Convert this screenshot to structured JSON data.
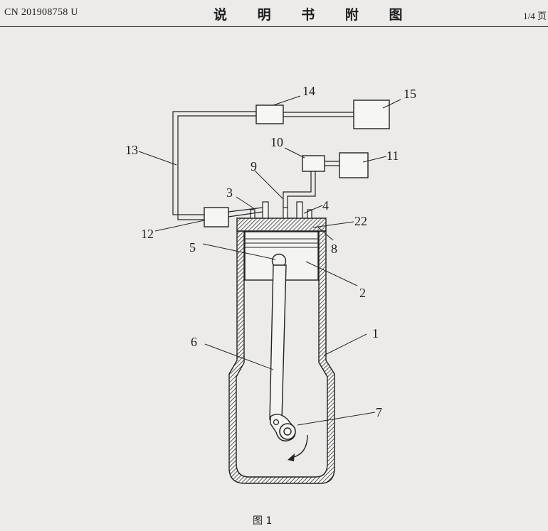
{
  "header": {
    "publication_number": "CN 201908758 U",
    "title": "说 明 书 附 图",
    "page": "1/4 页"
  },
  "figure": {
    "caption": "图 1",
    "labels": {
      "l1": "1",
      "l2": "2",
      "l3": "3",
      "l4": "4",
      "l5": "5",
      "l6": "6",
      "l7": "7",
      "l8": "8",
      "l9": "9",
      "l10": "10",
      "l11": "11",
      "l12": "12",
      "l13": "13",
      "l14": "14",
      "l15": "15",
      "l22": "22"
    }
  }
}
